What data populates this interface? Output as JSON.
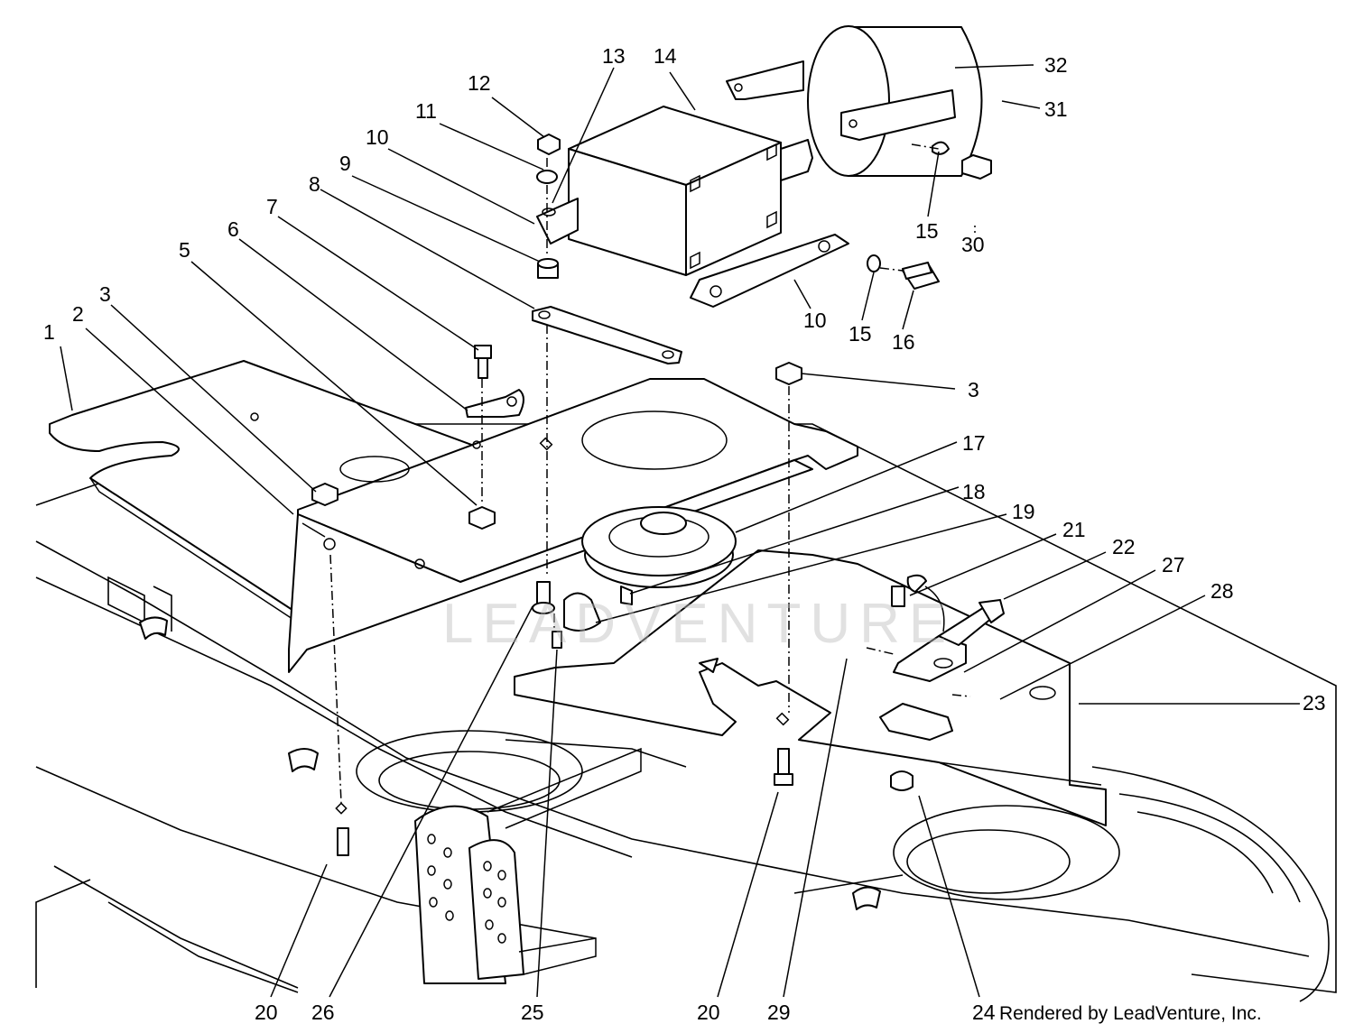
{
  "credit": "Rendered by LeadVenture, Inc.",
  "watermark": "LEADVENTURE",
  "callouts": [
    {
      "id": "1",
      "label": "1"
    },
    {
      "id": "2",
      "label": "2"
    },
    {
      "id": "3a",
      "label": "3"
    },
    {
      "id": "3b",
      "label": "3"
    },
    {
      "id": "5",
      "label": "5"
    },
    {
      "id": "6",
      "label": "6"
    },
    {
      "id": "7",
      "label": "7"
    },
    {
      "id": "8",
      "label": "8"
    },
    {
      "id": "9",
      "label": "9"
    },
    {
      "id": "10a",
      "label": "10"
    },
    {
      "id": "10b",
      "label": "10"
    },
    {
      "id": "11",
      "label": "11"
    },
    {
      "id": "12",
      "label": "12"
    },
    {
      "id": "13",
      "label": "13"
    },
    {
      "id": "14",
      "label": "14"
    },
    {
      "id": "15a",
      "label": "15"
    },
    {
      "id": "15b",
      "label": "15"
    },
    {
      "id": "16",
      "label": "16"
    },
    {
      "id": "17",
      "label": "17"
    },
    {
      "id": "18",
      "label": "18"
    },
    {
      "id": "19",
      "label": "19"
    },
    {
      "id": "20a",
      "label": "20"
    },
    {
      "id": "20b",
      "label": "20"
    },
    {
      "id": "21",
      "label": "21"
    },
    {
      "id": "22",
      "label": "22"
    },
    {
      "id": "23",
      "label": "23"
    },
    {
      "id": "24",
      "label": "24"
    },
    {
      "id": "25",
      "label": "25"
    },
    {
      "id": "26",
      "label": "26"
    },
    {
      "id": "27",
      "label": "27"
    },
    {
      "id": "28",
      "label": "28"
    },
    {
      "id": "29",
      "label": "29"
    },
    {
      "id": "30",
      "label": "30"
    },
    {
      "id": "31",
      "label": "31"
    },
    {
      "id": "32",
      "label": "32"
    }
  ]
}
